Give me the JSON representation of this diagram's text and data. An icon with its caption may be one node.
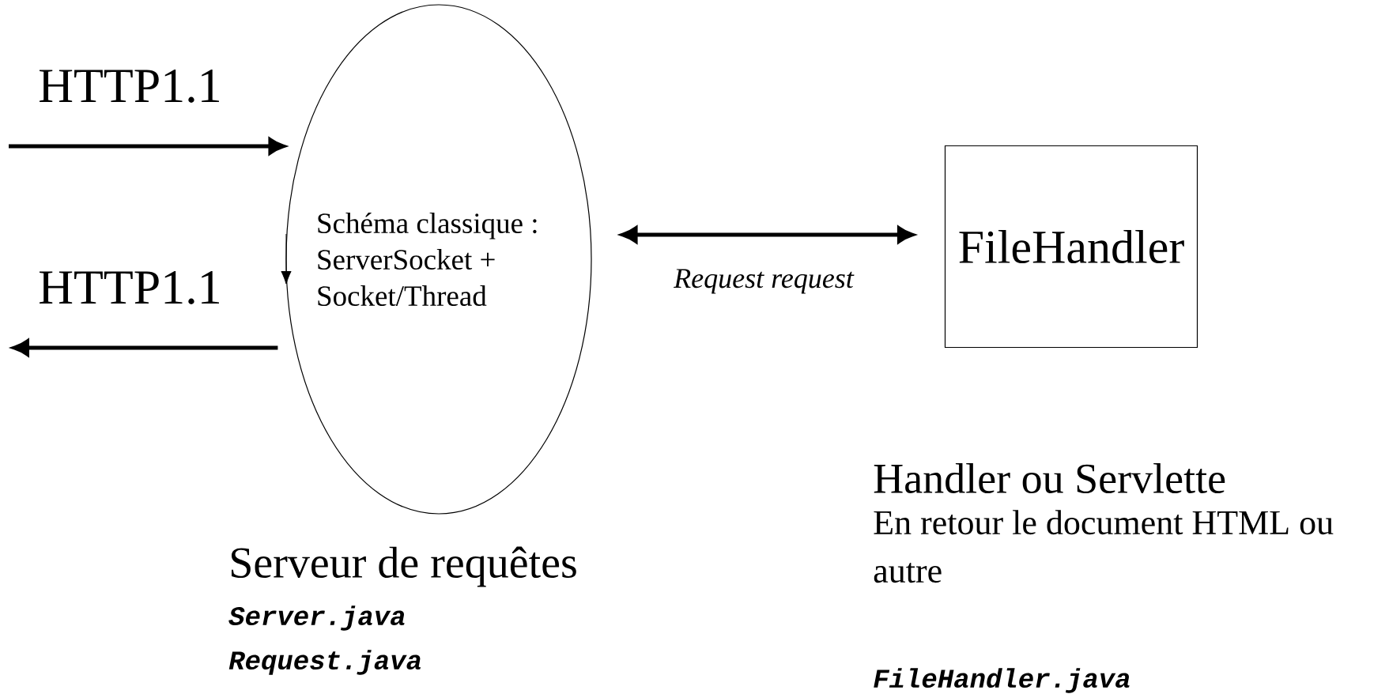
{
  "diagram": {
    "nodes": [
      {
        "text": [
          "Schéma classique : ServerSocket + Socket/Thread"
        ],
        "beside": [
          "Serveur de requêtes",
          "Server.java",
          "Request.java"
        ]
      },
      {
        "text": [
          "FileHandler"
        ],
        "beside": [
          "Handler ou Servlette",
          "En retour le document HTML ou autre",
          "FileHandler.java"
        ]
      }
    ],
    "edges": [
      {
        "from": null,
        "to": 0,
        "arrow": "to",
        "label": "HTTP1.1"
      },
      {
        "from": 0,
        "to": null,
        "arrow": "to",
        "label": "HTTP1.1"
      },
      {
        "from": 0,
        "to": 1,
        "arrow": "both",
        "label": "Request request"
      }
    ]
  }
}
